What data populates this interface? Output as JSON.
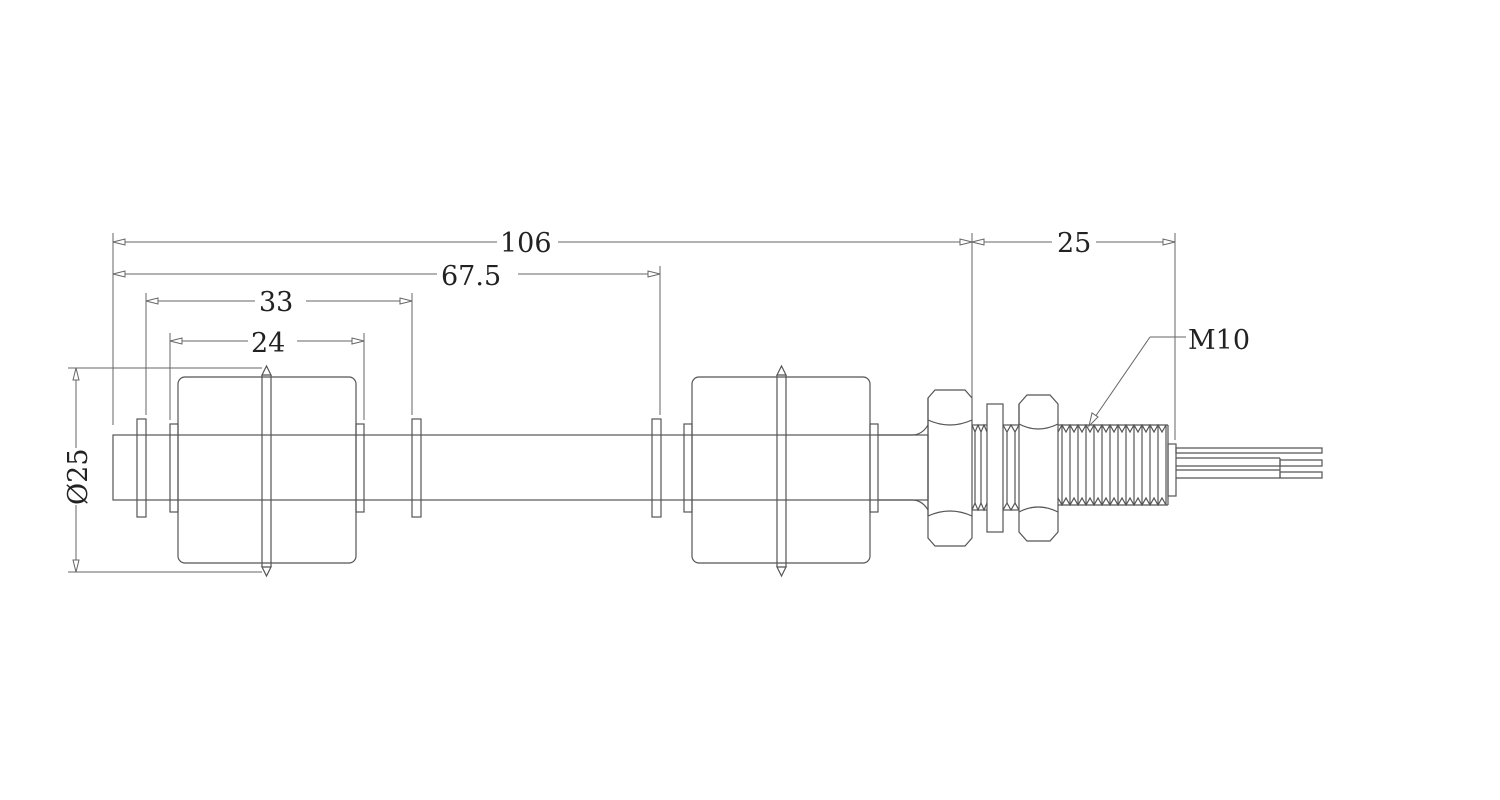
{
  "drawing": {
    "subject": "float level switch",
    "dimensions": {
      "overall_length": "106",
      "thread_length": "25",
      "stop_to_stop": "67.5",
      "float_travel": "33",
      "float_length": "24",
      "float_diameter": "Ø25",
      "thread_callout": "M10"
    }
  },
  "colors": {
    "line": "#555555",
    "text": "#222222",
    "background": "#ffffff"
  }
}
